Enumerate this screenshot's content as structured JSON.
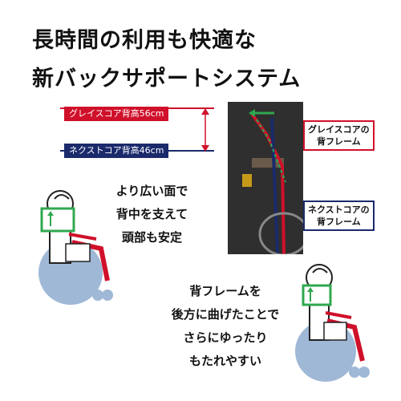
{
  "headline": {
    "line1": "長時間の利用も快適な",
    "line2": "新バックサポートシステム"
  },
  "height_labels": {
    "upper": "グレイスコア背高56cm",
    "lower": "ネクストコア背高46cm"
  },
  "photo_callouts": {
    "upper_line1": "グレイスコアの",
    "upper_line2": "背フレーム",
    "lower_line1": "ネクストコアの",
    "lower_line2": "背フレーム"
  },
  "caption_left": [
    "より広い面で",
    "背中を支えて",
    "頭部も安定"
  ],
  "caption_right": [
    "背フレームを",
    "後方に曲げたことで",
    "さらにゆったり",
    "もたれやすい"
  ],
  "colors": {
    "red": "#d0102a",
    "navy": "#1a2a6b",
    "green": "#2fa84f",
    "wheel_blue": "#9fb8d6"
  }
}
